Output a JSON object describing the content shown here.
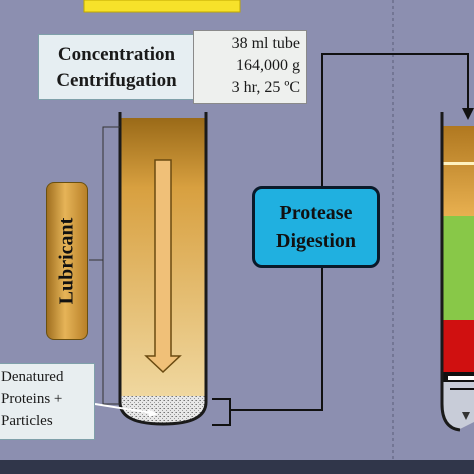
{
  "diagram": {
    "step1": {
      "title_line1": "Concentration",
      "title_line2": "Centrifugation",
      "conditions": [
        "38 ml tube",
        "164,000 g",
        "3 hr, 25 ºC"
      ]
    },
    "lubricant_label": "Lubricant",
    "pellet_label": [
      "Denatured",
      "Proteins +",
      "Particles"
    ],
    "step2_label_line1": "Protease",
    "step2_label_line2": "Digestion",
    "colors": {
      "background": "#8c8fb0",
      "gold": "#e0a838",
      "green": "#88c848",
      "red": "#d01010",
      "cyan": "#20b0e0",
      "yellow_top": "#f7e22a"
    }
  }
}
